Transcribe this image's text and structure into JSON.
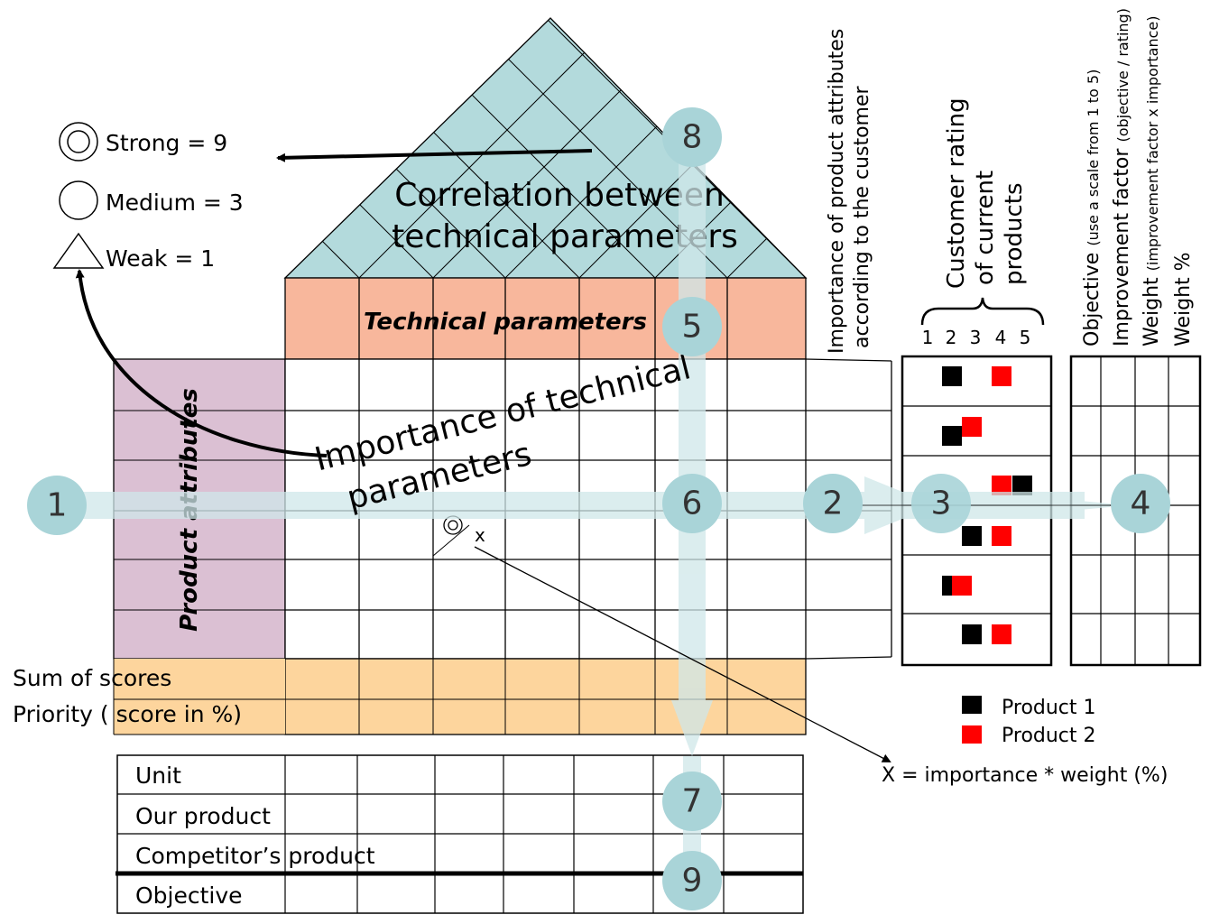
{
  "legend": {
    "strong": "Strong = 9",
    "medium": "Medium = 3",
    "weak": "Weak = 1"
  },
  "roof": {
    "line1": "Correlation between",
    "line2": "technical parameters"
  },
  "technical_parameters": "Technical parameters",
  "importance_tech": {
    "line1": "Importance of technical",
    "line2": "parameters"
  },
  "product_attributes": "Product attributes",
  "customer_importance": {
    "line1": "Importance of product attributes",
    "line2": "according to the customer"
  },
  "customer_rating": {
    "line1": "Customer rating",
    "line2": "of current",
    "line3": "products",
    "scale": [
      "1",
      "2",
      "3",
      "4",
      "5"
    ]
  },
  "right_columns": {
    "objective": "Objective",
    "objective_note": "(use a scale from 1 to 5)",
    "improvement": "Improvement factor",
    "improvement_note": "(objective / rating)",
    "weight": "Weight",
    "weight_note": "(improvement factor x importance)",
    "weight_pct": "Weight %"
  },
  "scores": {
    "sum": "Sum of scores",
    "priority": "Priority ( score in %)"
  },
  "bottom_table": {
    "rows": [
      "Unit",
      "Our product",
      "Competitor’s product",
      "Objective"
    ]
  },
  "product_legend": {
    "product1": "Product 1",
    "product2": "Product 2",
    "product1_color": "#000000",
    "product2_color": "#ff0000"
  },
  "formula": {
    "x_mark": "x",
    "text": "X = importance * weight (%)"
  },
  "steps": [
    "1",
    "2",
    "3",
    "4",
    "5",
    "6",
    "7",
    "8",
    "9"
  ],
  "colors": {
    "roof": "#b3dadc",
    "technical_parameters": "#f8b79c",
    "product_attributes": "#dbc0d3",
    "scores": "#fdd59d",
    "step_circle": "#a9d4d8",
    "flow_band": "#cfe7e9"
  }
}
